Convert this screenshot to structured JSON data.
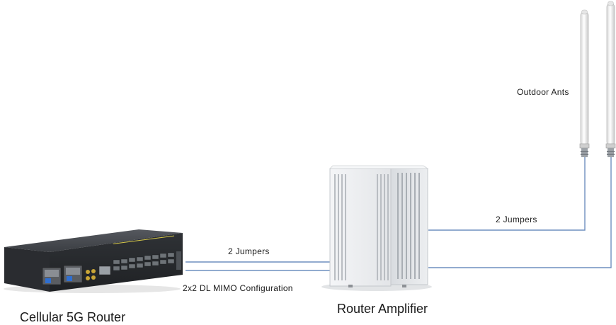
{
  "diagram": {
    "labels": {
      "outdoor_ants": "Outdoor Ants",
      "jumpers_top": "2 Jumpers",
      "jumpers_left": "2 Jumpers",
      "mimo_config": "2x2 DL MIMO Configuration",
      "router": "Cellular 5G Router",
      "amplifier": "Router Amplifier"
    },
    "nodes": [
      {
        "id": "router",
        "type": "cellular-5g-router"
      },
      {
        "id": "amplifier",
        "type": "router-amplifier"
      },
      {
        "id": "antenna-1",
        "type": "outdoor-antenna"
      },
      {
        "id": "antenna-2",
        "type": "outdoor-antenna"
      }
    ],
    "connections": [
      {
        "from": "router",
        "to": "amplifier",
        "count": 2
      },
      {
        "from": "amplifier",
        "to": "antenna-1"
      },
      {
        "from": "amplifier",
        "to": "antenna-2"
      }
    ],
    "colors": {
      "cable": "#6f8fbf",
      "router_body": "#3a3d42",
      "amplifier_body": "#e9ebee",
      "antenna": "#f2f2f2"
    }
  }
}
